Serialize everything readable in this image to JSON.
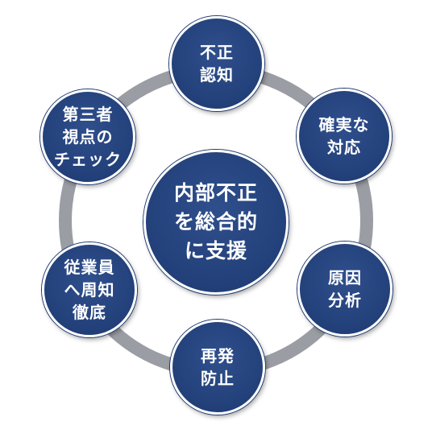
{
  "diagram": {
    "center_label": "内部不正\nを総合的\nに支援",
    "nodes": [
      {
        "label": "不正\n認知"
      },
      {
        "label": "確実な\n対応"
      },
      {
        "label": "原因\n分析"
      },
      {
        "label": "再発\n防止"
      },
      {
        "label": "従業員\nへ周知\n徹底"
      },
      {
        "label": "第三者\n視点の\nチェック"
      }
    ],
    "colors": {
      "node_fill": "#24427c",
      "ring": "#9a9da3",
      "node_text": "#ffffff"
    }
  }
}
